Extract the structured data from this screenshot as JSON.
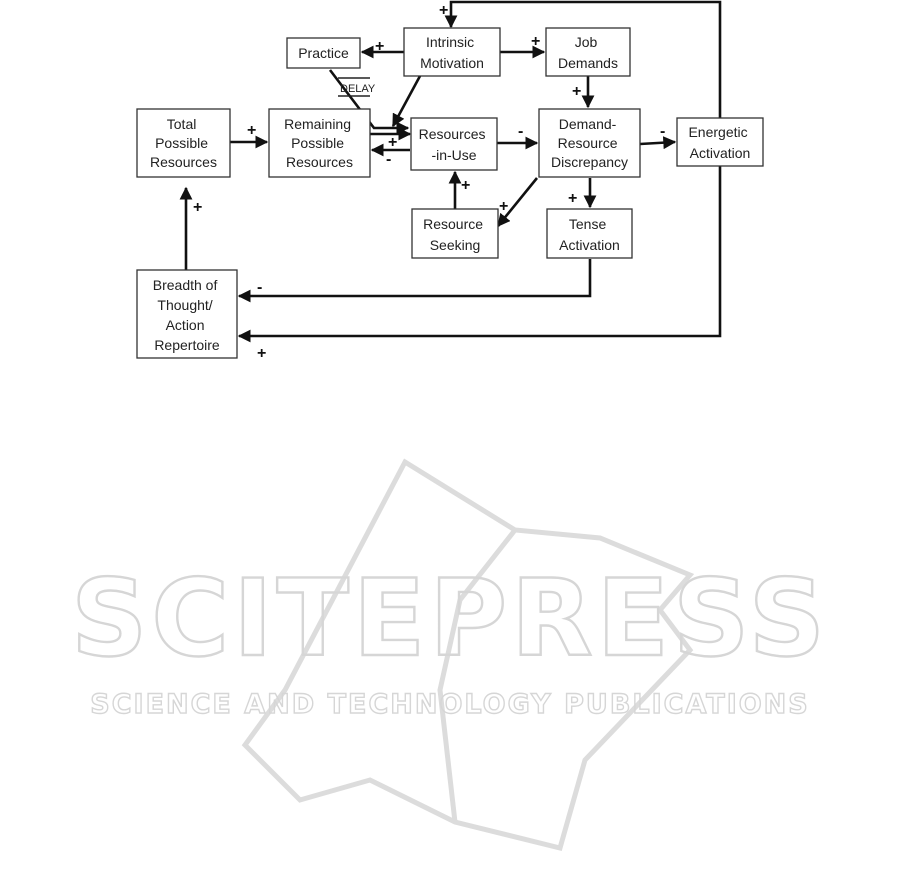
{
  "diagram": {
    "nodes": {
      "practice": "Practice",
      "intrinsic_motivation": [
        "Intrinsic",
        "Motivation"
      ],
      "job_demands": [
        "Job",
        "Demands"
      ],
      "total_possible_resources": [
        "Total",
        "Possible",
        "Resources"
      ],
      "remaining_possible_resources": [
        "Remaining",
        "Possible",
        "Resources"
      ],
      "resources_in_use": [
        "Resources",
        "-in-Use"
      ],
      "demand_resource_discrepancy": [
        "Demand-",
        "Resource",
        "Discrepancy"
      ],
      "energetic_activation": [
        "Energetic",
        "Activation"
      ],
      "resource_seeking": [
        "Resource",
        "Seeking"
      ],
      "tense_activation": [
        "Tense",
        "Activation"
      ],
      "breadth_of_thought": [
        "Breadth of",
        "Thought/",
        "Action",
        "Repertoire"
      ]
    },
    "delay_label": "DELAY",
    "signs": {
      "energetic_to_intrinsic": "+",
      "intrinsic_to_practice": "+",
      "intrinsic_to_job_demands": "+",
      "job_demands_to_discrepancy": "+",
      "total_to_remaining": "+",
      "practice_to_resources_in_use": "+",
      "resources_in_use_to_remaining": "-",
      "resources_in_use_to_discrepancy": "-",
      "discrepancy_to_energetic": "-",
      "discrepancy_to_resource_seeking": "+",
      "resource_seeking_to_resources_in_use": "+",
      "discrepancy_to_tense": "+",
      "breadth_to_total": "+",
      "tense_to_breadth": "-",
      "energetic_to_breadth": "+"
    }
  },
  "watermark": {
    "title": "SCITEPRESS",
    "subtitle": "SCIENCE AND TECHNOLOGY PUBLICATIONS"
  },
  "colors": {
    "ink": "#111111",
    "watermark": "#d6d6d6"
  }
}
